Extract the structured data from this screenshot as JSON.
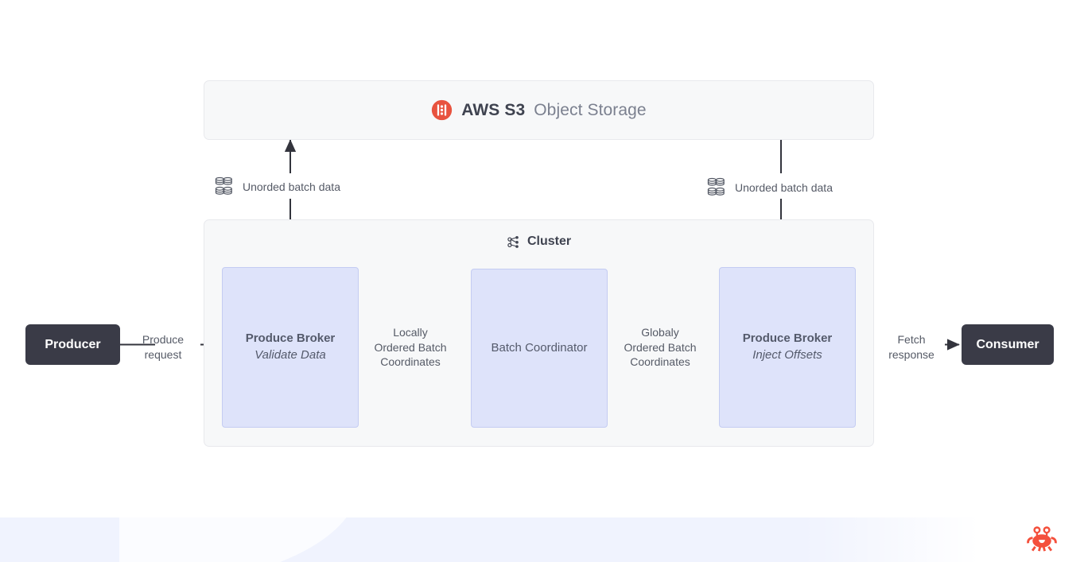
{
  "storage": {
    "title_bold": "AWS S3",
    "title_light": "Object Storage",
    "icon": "aws-s3-icon"
  },
  "cluster": {
    "title": "Cluster",
    "icon": "cluster-nodes-icon",
    "nodes": [
      {
        "title": "Produce Broker",
        "subtitle": "Validate Data"
      },
      {
        "title": "Batch Coordinator",
        "subtitle": ""
      },
      {
        "title": "Produce Broker",
        "subtitle": "Inject Offsets"
      }
    ]
  },
  "endpoints": {
    "producer": "Producer",
    "consumer": "Consumer"
  },
  "edges": {
    "produce_request": "Produce\nrequest",
    "locally_ordered": "Locally\nOrdered Batch\nCoordinates",
    "globaly_ordered": "Globaly\nOrdered Batch\nCoordinates",
    "fetch_response": "Fetch\nresponse",
    "unordered_batch_left": "Unorded batch data",
    "unordered_batch_right": "Unorded batch data"
  },
  "icons": {
    "database_stack": "database-stack-icon",
    "crab": "crab-logo-icon"
  },
  "colors": {
    "node_fill": "#dee3fa",
    "node_border": "#c4ccf2",
    "panel_fill": "#f7f8f9",
    "panel_border": "#e8e9ed",
    "endpoint_fill": "#3a3b47",
    "arrow": "#33343d",
    "text": "#555a66",
    "s3_red": "#e8533f",
    "crab_red": "#f4503c",
    "footer_band": "#f0f3fe"
  }
}
